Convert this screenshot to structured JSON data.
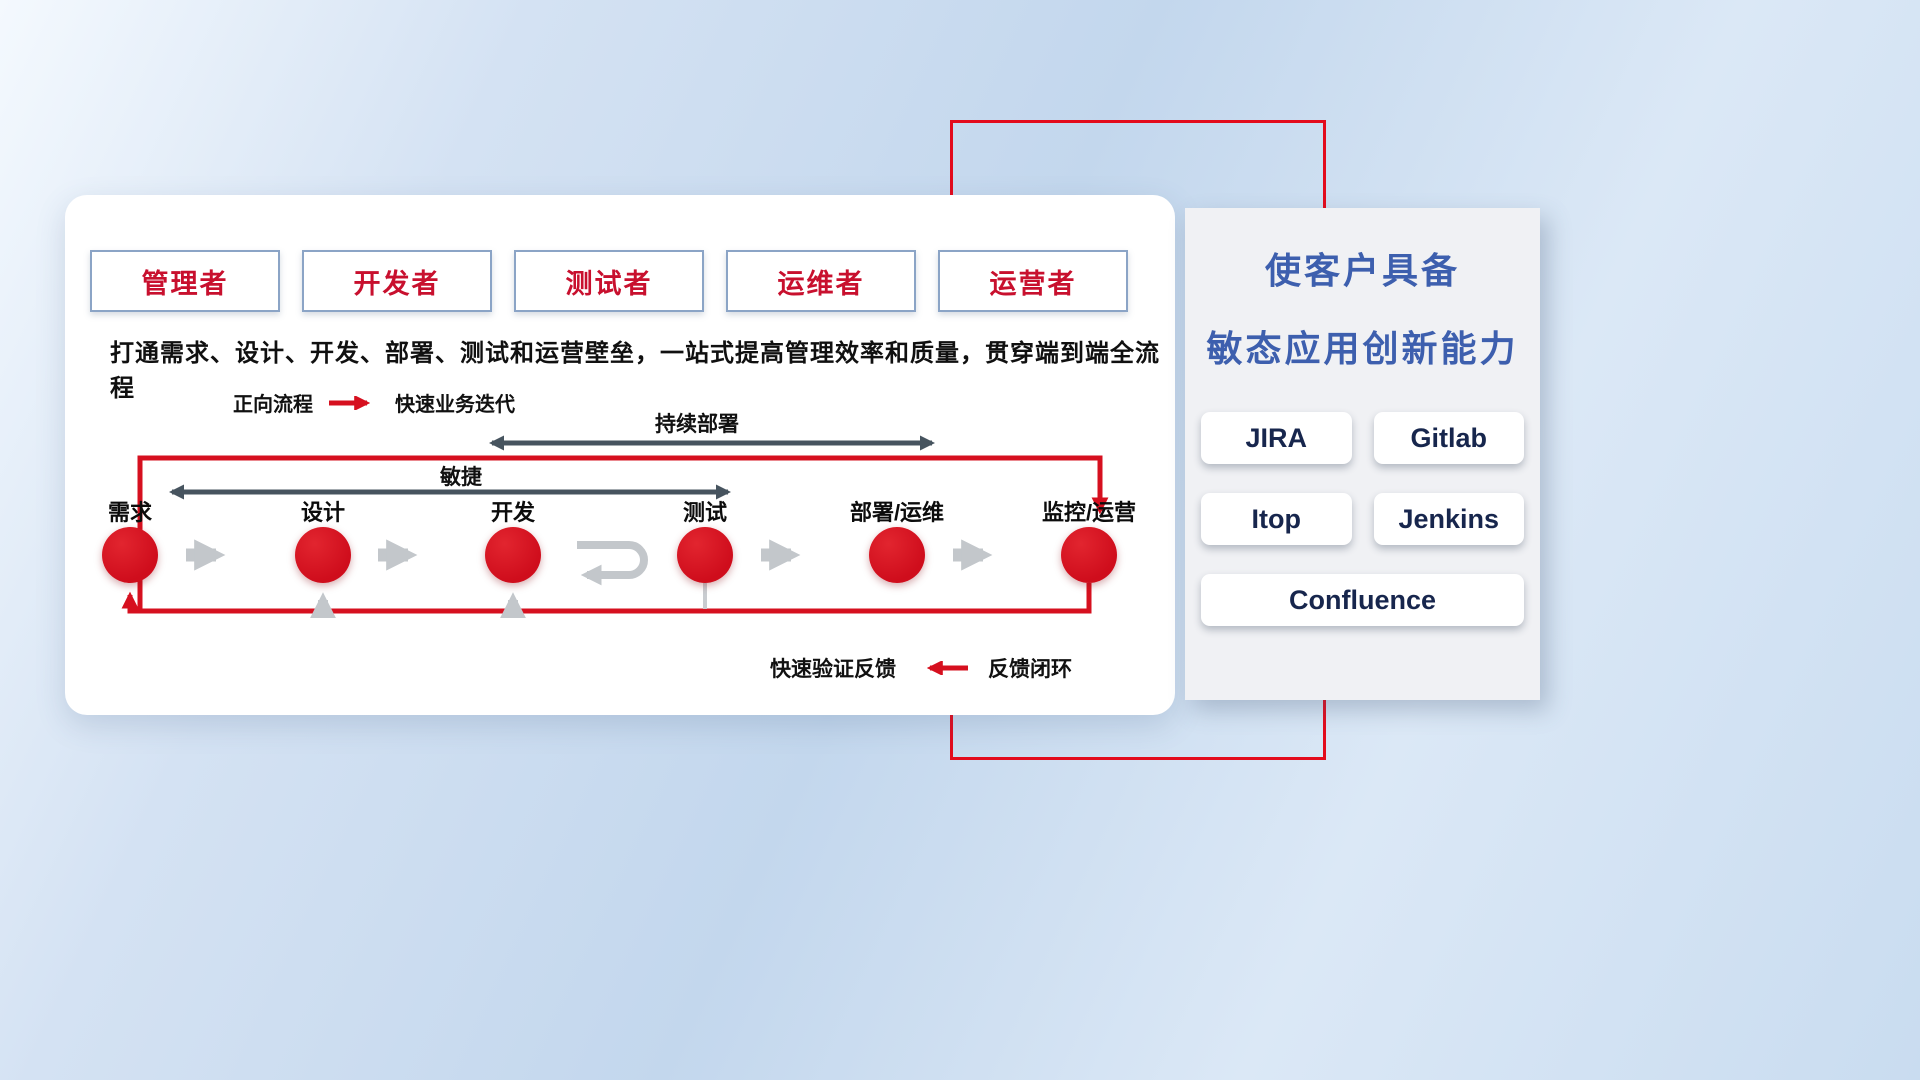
{
  "card": {
    "roles": [
      "管理者",
      "开发者",
      "测试者",
      "运维者",
      "运营者"
    ],
    "description": "打通需求、设计、开发、部署、测试和运营壁垒，一站式提高管理效率和质量，贯穿端到端全流程",
    "legend_forward": {
      "label": "正向流程",
      "value": "快速业务迭代"
    },
    "flow_arrows": {
      "continuous_deploy": "持续部署",
      "agile": "敏捷"
    },
    "stages": [
      "需求",
      "设计",
      "开发",
      "测试",
      "部署/运维",
      "监控/运营"
    ],
    "legend_feedback": {
      "label": "快速验证反馈",
      "value": "反馈闭环"
    }
  },
  "panel": {
    "title_line1": "使客户具备",
    "title_line2": "敏态应用创新能力",
    "tools": [
      "JIRA",
      "Gitlab",
      "Itop",
      "Jenkins",
      "Confluence"
    ]
  },
  "colors": {
    "red": "#d6101f",
    "title_blue": "#3d5fae",
    "dark_arrow": "#47545f",
    "gray_arrow": "#c3c7cb"
  },
  "icons": {
    "forward_legend_arrow": "red-right-arrow",
    "feedback_legend_arrow": "red-left-arrow",
    "iteration_icon": "gray-loop-arrow"
  }
}
